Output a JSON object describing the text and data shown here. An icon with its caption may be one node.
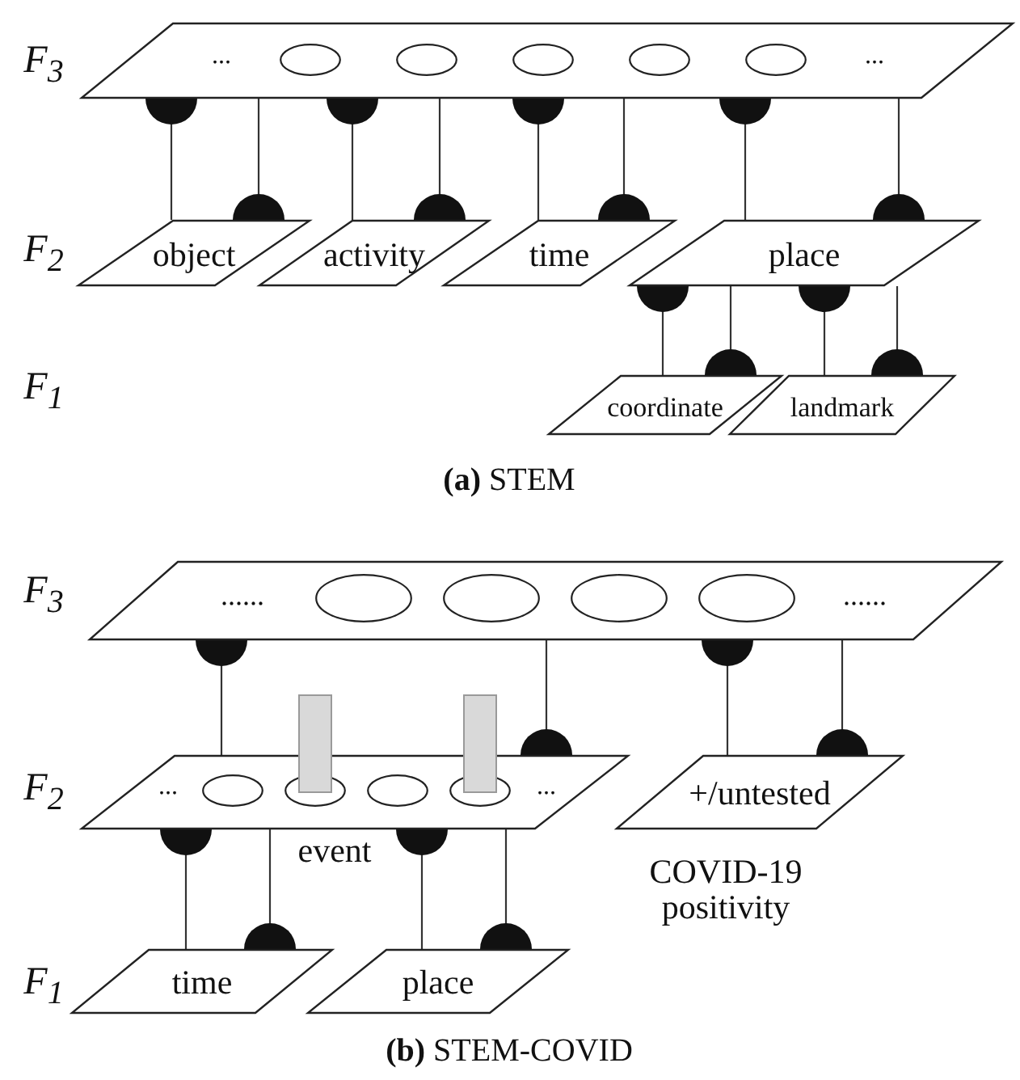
{
  "diagram": {
    "nodes": [
      {
        "text": [
          "...",
          "..."
        ]
      },
      {
        "text": [],
        "shape": "circle",
        "in": 0
      },
      {
        "text": [],
        "shape": "circle",
        "in": 0
      },
      {
        "text": [],
        "shape": "circle",
        "in": 0
      },
      {
        "text": [],
        "shape": "circle",
        "in": 0
      },
      {
        "text": [],
        "shape": "circle",
        "in": 0
      },
      {
        "text": [
          "object"
        ]
      },
      {
        "text": [
          "activity"
        ]
      },
      {
        "text": [
          "time"
        ]
      },
      {
        "text": [
          "place"
        ]
      },
      {
        "text": [
          "coordinate"
        ]
      },
      {
        "text": [
          "landmark"
        ]
      },
      {
        "text": [
          "......",
          "......"
        ]
      },
      {
        "text": [],
        "shape": "circle",
        "in": 12
      },
      {
        "text": [],
        "shape": "circle",
        "in": 12
      },
      {
        "text": [],
        "shape": "circle",
        "in": 12
      },
      {
        "text": [],
        "shape": "circle",
        "in": 12
      },
      {
        "text": [
          "...",
          "..."
        ],
        "beside": [
          "event"
        ]
      },
      {
        "text": [],
        "shape": "circle",
        "in": 17
      },
      {
        "text": [],
        "shape": "circle",
        "in": 17
      },
      {
        "text": [],
        "shape": "circle",
        "in": 17
      },
      {
        "text": [],
        "shape": "circle",
        "in": 17
      },
      {
        "text": [
          "+/untested"
        ],
        "beside": [
          "COVID-19 positivity"
        ]
      },
      {
        "text": [
          "time"
        ]
      },
      {
        "text": [
          "place"
        ]
      }
    ],
    "edges": [
      {
        "from": 0,
        "to": 6,
        "arrow": "other"
      },
      {
        "from": 0,
        "to": 6,
        "arrow": "other"
      },
      {
        "from": 0,
        "to": 7,
        "arrow": "other"
      },
      {
        "from": 0,
        "to": 7,
        "arrow": "other"
      },
      {
        "from": 0,
        "to": 8,
        "arrow": "other"
      },
      {
        "from": 0,
        "to": 8,
        "arrow": "other"
      },
      {
        "from": 0,
        "to": 9,
        "arrow": "other"
      },
      {
        "from": 0,
        "to": 9,
        "arrow": "other"
      },
      {
        "from": 9,
        "to": 10,
        "arrow": "other"
      },
      {
        "from": 9,
        "to": 10,
        "arrow": "other"
      },
      {
        "from": 9,
        "to": 11,
        "arrow": "other"
      },
      {
        "from": 9,
        "to": 11,
        "arrow": "other"
      },
      {
        "from": 12,
        "to": 17,
        "arrow": "other"
      },
      {
        "from": 12,
        "to": 17,
        "arrow": "other"
      },
      {
        "from": 12,
        "to": 22,
        "arrow": "other"
      },
      {
        "from": 12,
        "to": 22,
        "arrow": "other"
      },
      {
        "from": 17,
        "to": 23,
        "arrow": "other"
      },
      {
        "from": 17,
        "to": 23,
        "arrow": "other"
      },
      {
        "from": 17,
        "to": 24,
        "arrow": "other"
      },
      {
        "from": 17,
        "to": 24,
        "arrow": "other"
      }
    ],
    "labels": [
      "F$_{3}$",
      "F$_{2}$",
      "F$_{1}$",
      "**(a)** STEM",
      "F$_{3}$",
      "F$_{2}$",
      "F$_{1}$",
      "**(b)** STEM-COVID"
    ]
  }
}
